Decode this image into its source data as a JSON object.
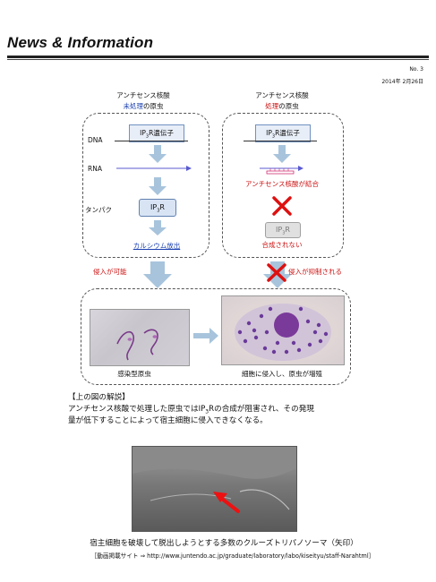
{
  "header": {
    "title": "News & Information",
    "issue": "No. 3",
    "date": "2014年  2月26日"
  },
  "left_panel": {
    "heading_line1": "アンチセンス核酸",
    "heading_line2_colored": "未処理",
    "heading_line2_rest": "の原虫",
    "gene_prefix": "IP",
    "gene_sub": "3",
    "gene_suffix": "R遺伝子",
    "dna_label": "DNA",
    "rna_label": "RNA",
    "protein_label": "タンパク",
    "protein_prefix": "IP",
    "protein_sub": "3",
    "protein_suffix": "R",
    "result": "カルシウム放出"
  },
  "right_panel": {
    "heading_line1": "アンチセンス核酸",
    "heading_line2_colored": "処理",
    "heading_line2_rest": "の原虫",
    "gene_prefix": "IP",
    "gene_sub": "3",
    "gene_suffix": "R遺伝子",
    "binding_label": "アンチセンス核酸が結合",
    "protein_prefix": "IP",
    "protein_sub": "3",
    "protein_suffix": "R",
    "result": "合成されない"
  },
  "invasion_possible": "侵入が可能",
  "invasion_blocked": "侵入が抑制される",
  "bottom_panel": {
    "caption_left": "感染型原虫",
    "caption_right": "細胞に侵入し、原虫が増殖"
  },
  "explanation": {
    "heading": "【上の図の解説】",
    "line1_a": "アンチセンス核酸で処理した原虫ではIP",
    "line1_sub": "3",
    "line1_b": "Rの合成が阻害され、その発現",
    "line2": "量が低下することによって宿主細胞に侵入できなくなる。"
  },
  "photo_caption": "宿主細胞を破壊して脱出しようとする多数のクルーズトリパノソーマ（矢印）",
  "video_site": "［動画掲載サイト ⇒ http://www.juntendo.ac.jp/graduate/laboratory/labo/kiseityu/staff-Narahtml］",
  "colors": {
    "accent_red": "#cc1111",
    "accent_blue": "#1a3fb0",
    "arrow_blue": "#a8c4dc"
  }
}
